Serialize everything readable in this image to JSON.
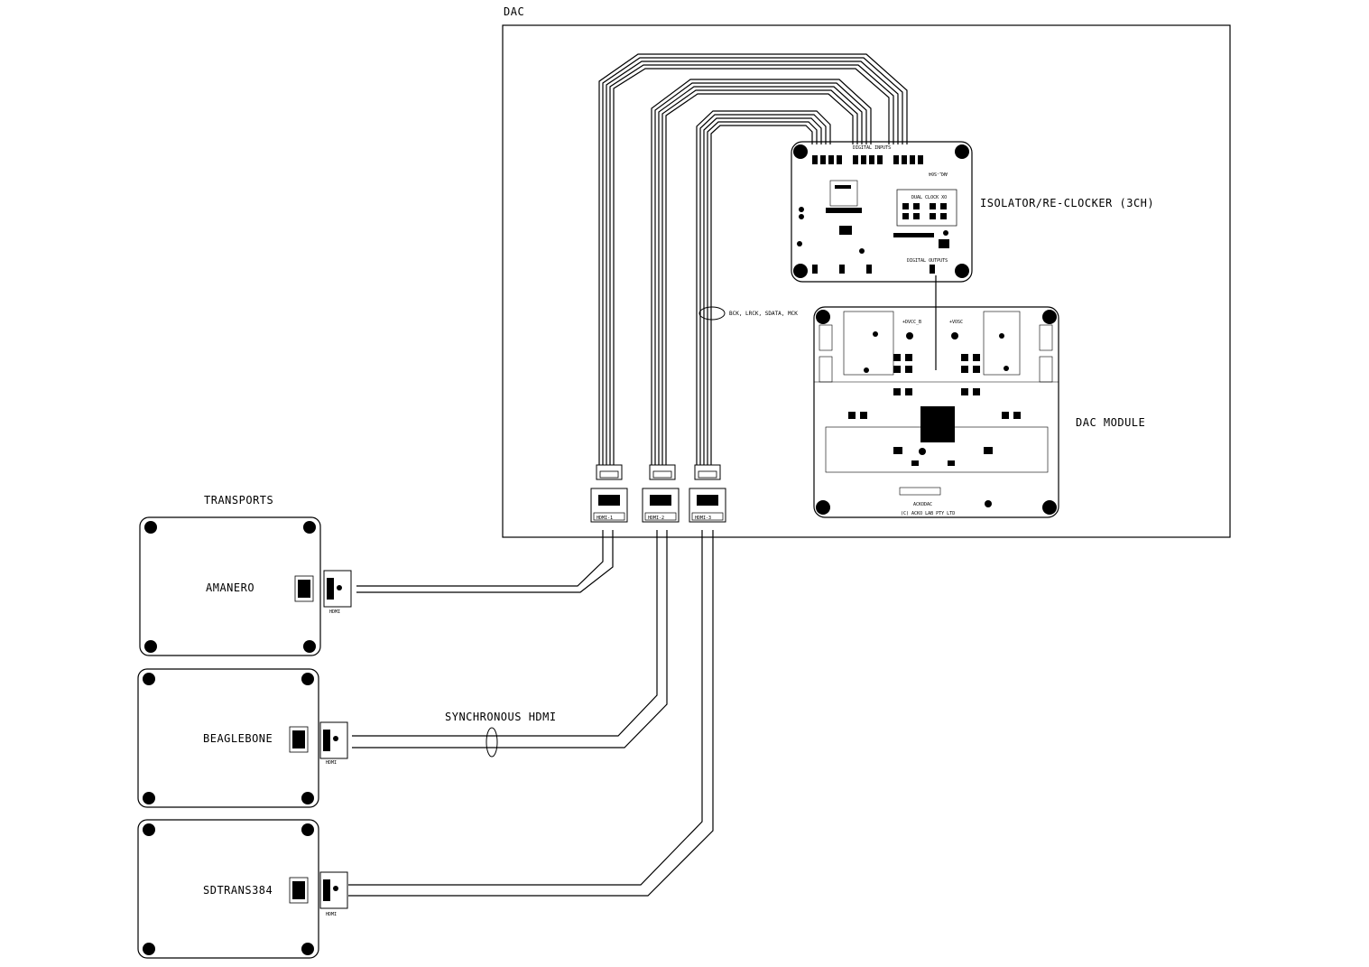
{
  "diagram": {
    "dac_label": "DAC",
    "transports_label": "TRANSPORTS",
    "isolator_label": "ISOLATOR/RE-CLOCKER (3CH)",
    "dac_module_label": "DAC MODULE",
    "bus_label": "BCK, LRCK, SDATA, MCK",
    "sync_label": "SYNCHRONOUS HDMI",
    "transports": [
      {
        "name": "AMANERO",
        "conn": "HDMI"
      },
      {
        "name": "BEAGLEBONE",
        "conn": "HDMI"
      },
      {
        "name": "SDTRANS384",
        "conn": "HDMI"
      }
    ],
    "hdmi_ports": [
      "HDMI-1",
      "HDMI-2",
      "HDMI-3"
    ],
    "isolator_board": {
      "part": "AKL-S04",
      "inputs": "DIGITAL INPUTS",
      "outputs": "DIGITAL OUTPUTS",
      "clock": "DUAL CLOCK XO"
    },
    "dac_board": {
      "rail_1": "+DVCC_B",
      "rail_2": "+VOSC",
      "brand_1": "ACKODAC",
      "brand_2": "(C) ACKO LAB PTY LTD"
    }
  }
}
